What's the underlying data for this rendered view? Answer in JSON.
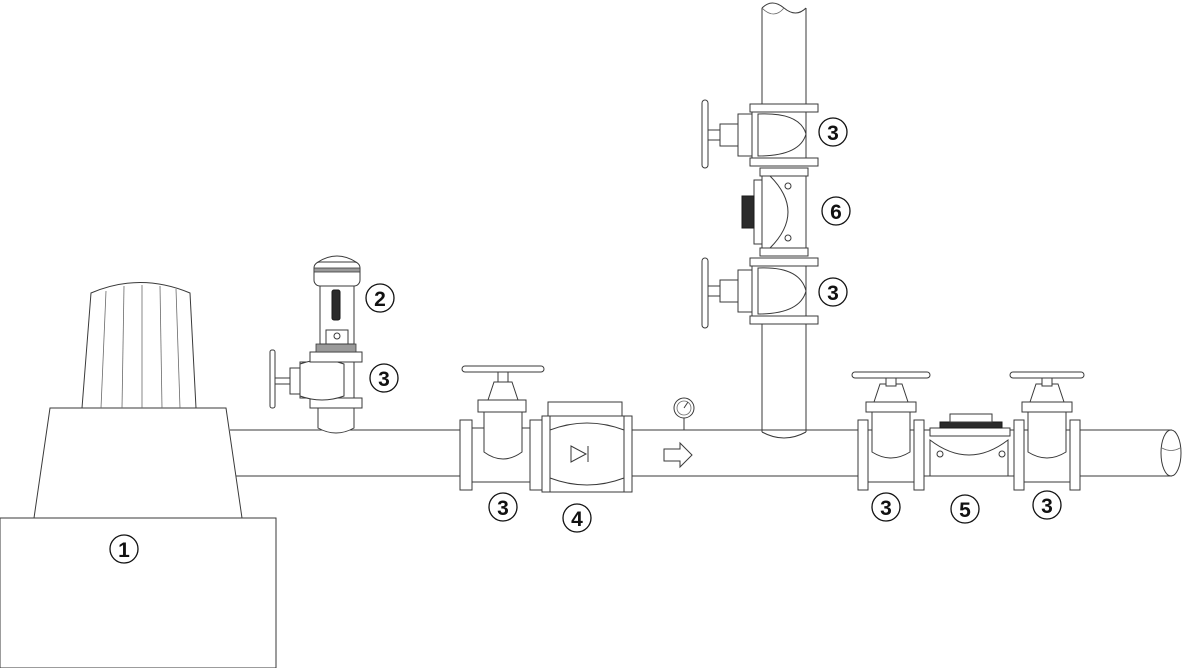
{
  "diagram": {
    "callouts": {
      "c1": "1",
      "c2": "2",
      "c3a": "3",
      "c3b": "3",
      "c3c": "3",
      "c3d": "3",
      "c3e": "3",
      "c3f": "3",
      "c4": "4",
      "c5": "5",
      "c6": "6"
    },
    "colors": {
      "line": "#3a3a3a",
      "background": "#ffffff",
      "badge_text": "#111111"
    },
    "icons": [
      "flow-direction-arrow-icon",
      "pressure-gauge-icon",
      "check-valve-triangle-icon"
    ]
  }
}
